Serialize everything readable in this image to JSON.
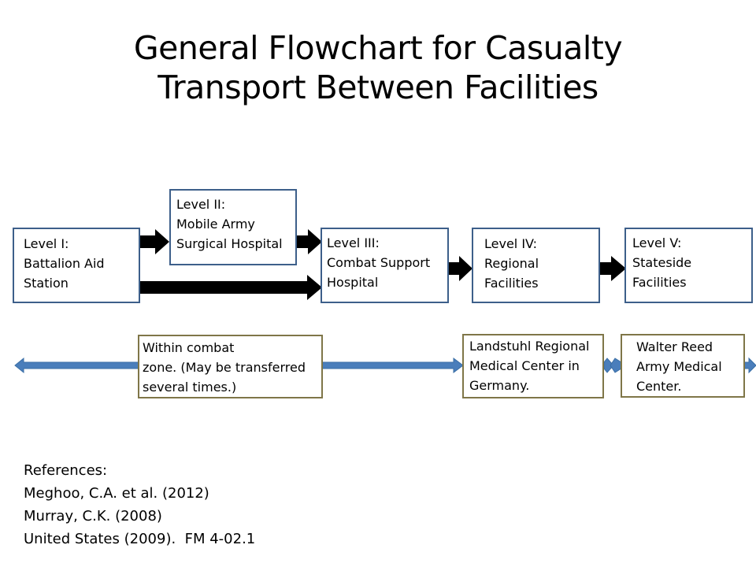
{
  "slide": {
    "title_line1": "General Flowchart for Casualty",
    "title_line2": "Transport Between Facilities"
  },
  "levels": [
    {
      "label": "Level I:",
      "line2": "Battalion Aid",
      "line3": "Station"
    },
    {
      "label": "Level II:",
      "line2": "Mobile Army",
      "line3": "Surgical Hospital"
    },
    {
      "label": "Level III:",
      "line2": "Combat Support",
      "line3": "Hospital"
    },
    {
      "label": "Level IV:",
      "line2": "Regional",
      "line3": "Facilities"
    },
    {
      "label": "Level V:",
      "line2": "Stateside",
      "line3": "Facilities"
    }
  ],
  "notes": [
    {
      "line1": "Within combat",
      "line2": "zone. (May be transferred",
      "line3": "several times.)"
    },
    {
      "line1": "Landstuhl Regional",
      "line2": "Medical Center in",
      "line3": "Germany."
    },
    {
      "line1": "Walter Reed",
      "line2": "Army Medical",
      "line3": "Center."
    }
  ],
  "references": {
    "heading": "References:",
    "items": [
      "Meghoo, C.A. et al. (2012)",
      "Murray, C.K. (2008)",
      "United States (2009).  FM 4-02.1"
    ]
  },
  "colors": {
    "level_border": "#3d5f8a",
    "note_border": "#7f7648",
    "timeline_arrow": "#4a7ebb",
    "flow_arrow": "#000000"
  }
}
